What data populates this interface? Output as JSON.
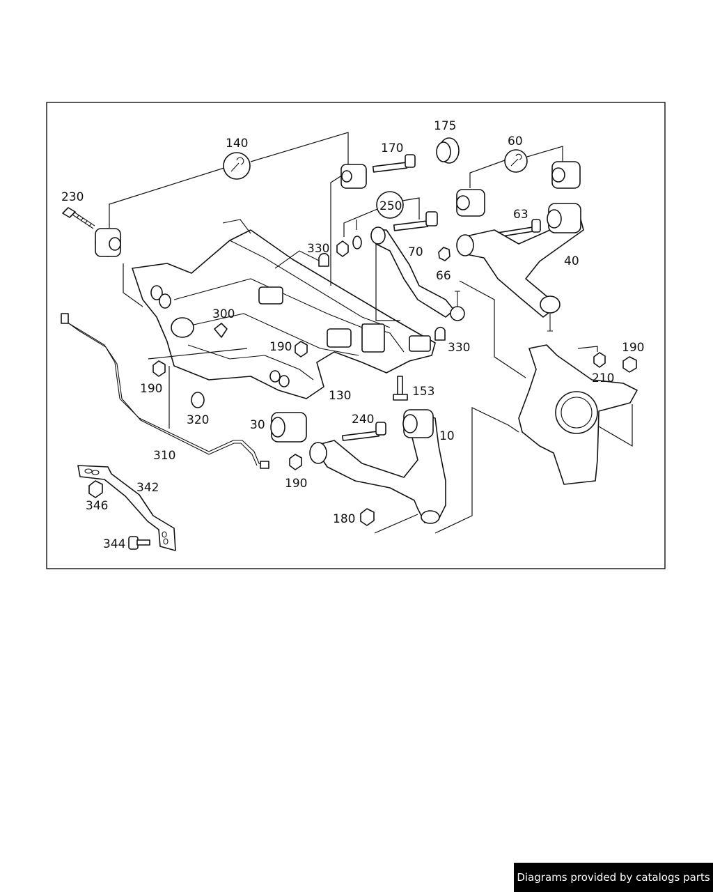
{
  "labels": {
    "p10": "10",
    "p30": "30",
    "p40": "40",
    "p60": "60",
    "p63": "63",
    "p66": "66",
    "p70": "70",
    "p130": "130",
    "p140": "140",
    "p153": "153",
    "p170": "170",
    "p175": "175",
    "p180": "180",
    "p190a": "190",
    "p190b": "190",
    "p190c": "190",
    "p190d": "190",
    "p210": "210",
    "p230": "230",
    "p240": "240",
    "p250": "250",
    "p300": "300",
    "p310": "310",
    "p320": "320",
    "p330a": "330",
    "p330b": "330",
    "p342": "342",
    "p344": "344",
    "p346": "346"
  },
  "footer": {
    "text": "Diagrams provided by catalogs parts"
  },
  "icons": {
    "tool": "wrench-icon"
  }
}
